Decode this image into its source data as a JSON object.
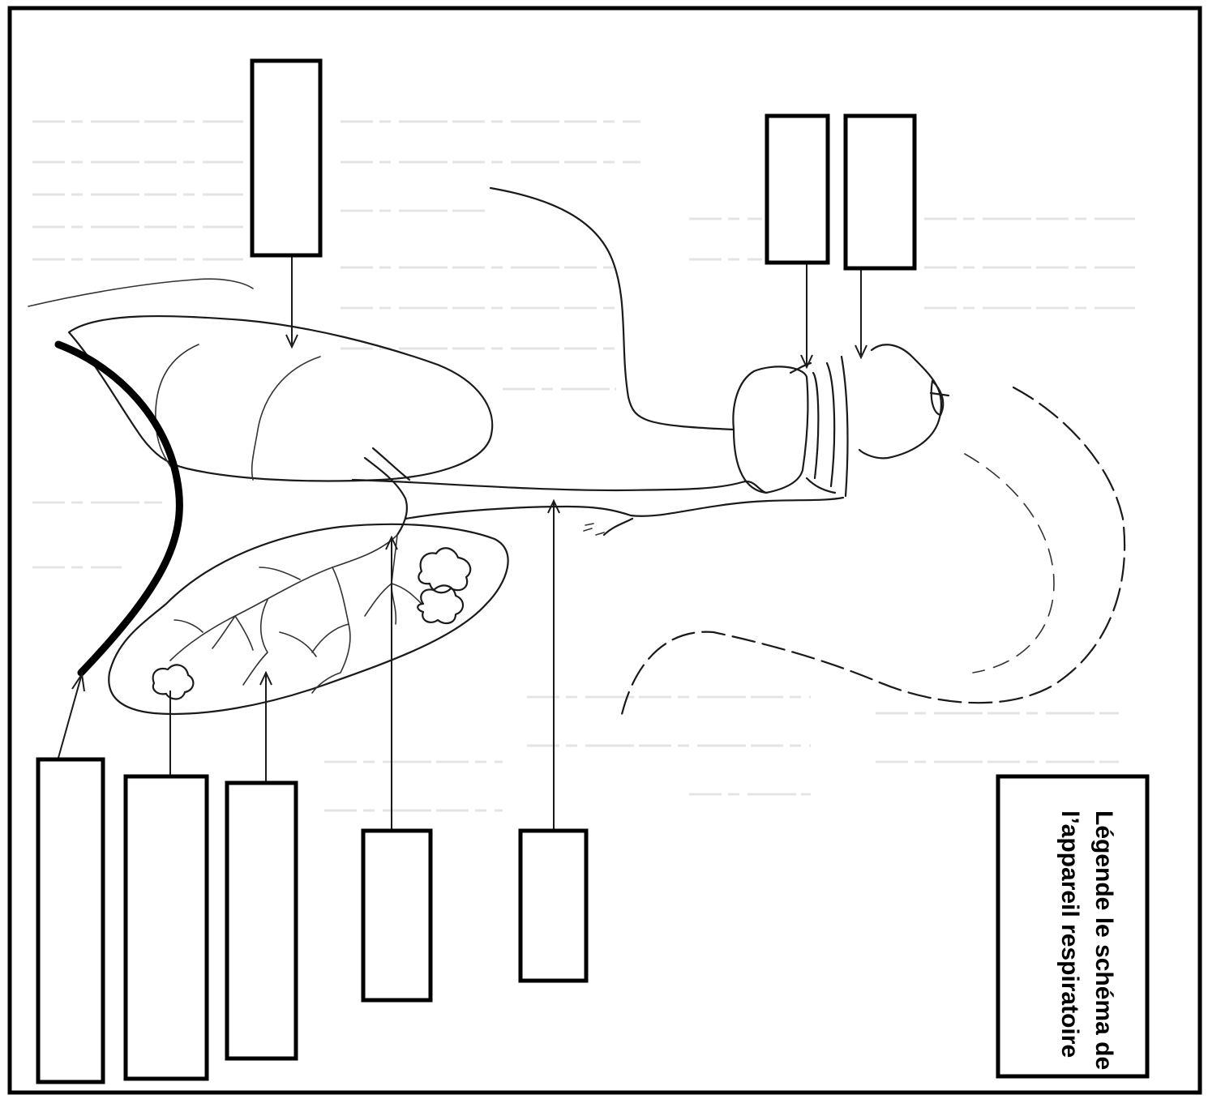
{
  "worksheet": {
    "title_line_1": "Légende le schéma de",
    "title_line_2": "l’appareil respiratoire",
    "colors": {
      "ink": "#000000",
      "paper": "#ffffff",
      "faded_background_text": "#e4e4e4"
    },
    "answer_boxes": [
      {
        "id": "box-top-lung",
        "text": ""
      },
      {
        "id": "box-top-left-small",
        "text": ""
      },
      {
        "id": "box-top-right-small",
        "text": ""
      },
      {
        "id": "box-diaphragm",
        "text": ""
      },
      {
        "id": "box-alveoli",
        "text": ""
      },
      {
        "id": "box-bronchiole",
        "text": ""
      },
      {
        "id": "box-bronchus",
        "text": ""
      },
      {
        "id": "box-trachea",
        "text": ""
      }
    ]
  }
}
